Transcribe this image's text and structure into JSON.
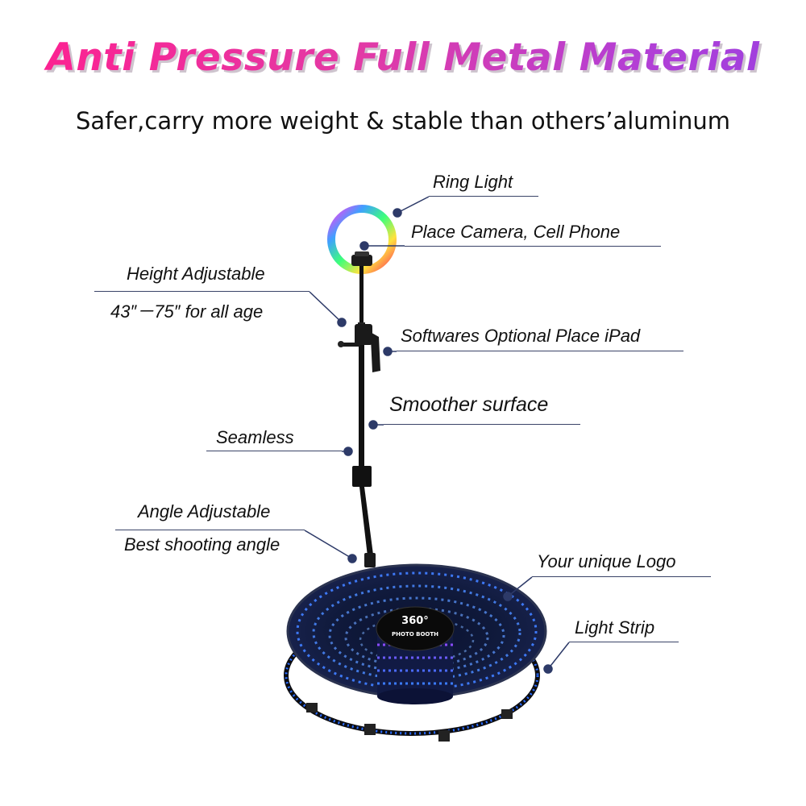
{
  "header": {
    "title": "Anti Pressure Full Metal Material",
    "subtitle": "Safer,carry more weight & stable than others’aluminum"
  },
  "callouts": {
    "ring_light": "Ring Light",
    "place_camera": "Place Camera, Cell Phone",
    "height_adjustable": "Height Adjustable",
    "height_range": "43″－75″ for all age",
    "softwares": "Softwares Optional Place iPad",
    "smoother": "Smoother surface",
    "seamless": "Seamless",
    "angle_adjustable": "Angle Adjustable",
    "best_angle": "Best shooting angle",
    "logo": "Your unique Logo",
    "light_strip": "Light Strip"
  },
  "badge": {
    "number": "360°",
    "text": "PHOTO BOOTH"
  },
  "colors": {
    "title_start": "#ff1f8f",
    "title_end": "#9b3fe0",
    "callout_line": "#3a4468",
    "led_blue": "#2a6cff"
  }
}
